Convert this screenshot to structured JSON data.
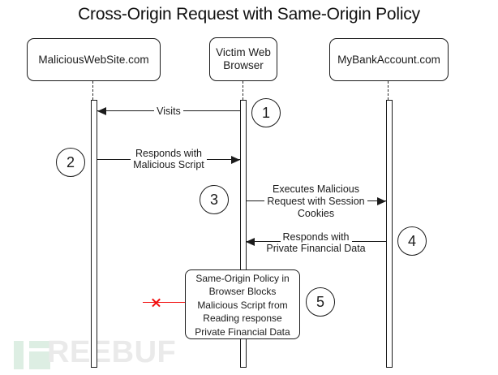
{
  "title": "Cross-Origin Request with Same-Origin Policy",
  "actors": [
    {
      "id": "malicious",
      "label": "MaliciousWebSite.com"
    },
    {
      "id": "browser",
      "label": "Victim Web Browser"
    },
    {
      "id": "bank",
      "label": "MyBankAccount.com"
    }
  ],
  "messages": [
    {
      "step": "1",
      "from": "browser",
      "to": "malicious",
      "lines": [
        "Visits"
      ]
    },
    {
      "step": "2",
      "from": "malicious",
      "to": "browser",
      "lines": [
        "Responds with",
        "Malicious Script"
      ]
    },
    {
      "step": "3",
      "from": "browser",
      "to": "bank",
      "lines": [
        "Executes Malicious",
        "Request with Session",
        "Cookies"
      ]
    },
    {
      "step": "4",
      "from": "bank",
      "to": "browser",
      "lines": [
        "Responds with",
        "Private Financial Data"
      ]
    }
  ],
  "note": {
    "step": "5",
    "type": "blocked-message",
    "lines": [
      "Same-Origin Policy in",
      "Browser Blocks",
      "Malicious Script from",
      "Reading response",
      "Private Financial Data"
    ]
  },
  "icons": {
    "blocked_marker": "x-marker",
    "arrowhead_left": "left-arrowhead",
    "arrowhead_right": "right-arrowhead"
  },
  "watermark": {
    "text": "REEBUF"
  },
  "colors": {
    "line": "#1b1b1b",
    "blocked_red": "#f20d0d",
    "watermark_green": "#ddeee3",
    "watermark_gray": "#eaeaea",
    "background": "#ffffff"
  }
}
